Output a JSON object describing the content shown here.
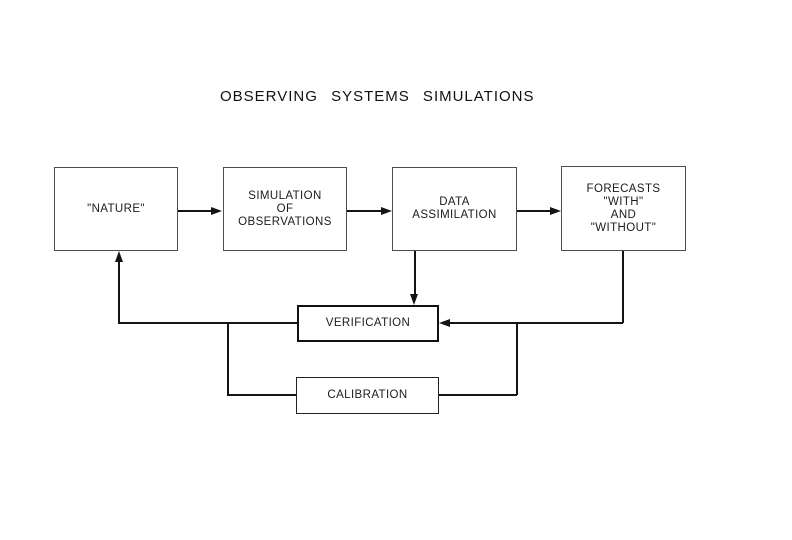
{
  "diagram": {
    "title": "OBSERVING SYSTEMS SIMULATIONS",
    "nodes": {
      "nature": "\"NATURE\"",
      "simulation_of_observations": "SIMULATION\nOF\nOBSERVATIONS",
      "data_assimilation": "DATA\nASSIMILATION",
      "forecasts_with_and_without": "FORECASTS\n\"WITH\"\nAND\n\"WITHOUT\"",
      "verification": "VERIFICATION",
      "calibration": "CALIBRATION"
    },
    "edges": [
      {
        "from": "nature",
        "to": "simulation_of_observations",
        "type": "arrow"
      },
      {
        "from": "simulation_of_observations",
        "to": "data_assimilation",
        "type": "arrow"
      },
      {
        "from": "data_assimilation",
        "to": "forecasts_with_and_without",
        "type": "arrow"
      },
      {
        "from": "data_assimilation",
        "to": "verification",
        "type": "arrow"
      },
      {
        "from": "forecasts_with_and_without",
        "to": "verification",
        "type": "arrow"
      },
      {
        "from": "verification",
        "to": "nature",
        "type": "arrow"
      },
      {
        "from": "calibration",
        "to": "verification-to-nature-path",
        "type": "line"
      },
      {
        "from": "calibration",
        "to": "forecasts-to-verification-path",
        "type": "line"
      }
    ],
    "colors": {
      "background": "#ffffff",
      "line": "#141414",
      "box_border": "#4d4d4d",
      "text": "#1c1c1c"
    }
  }
}
